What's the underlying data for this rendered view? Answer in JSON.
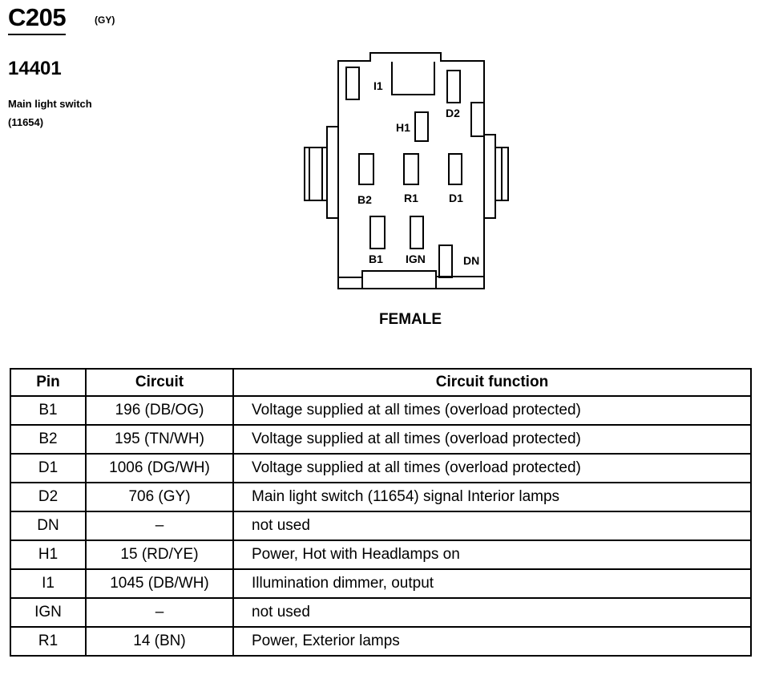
{
  "header": {
    "connector_id": "C205",
    "connector_color": "(GY)",
    "part_number": "14401",
    "component_name": "Main light switch",
    "component_number": "(11654)"
  },
  "diagram": {
    "gender": "FEMALE",
    "pin_labels": {
      "I1": "I1",
      "D2": "D2",
      "H1": "H1",
      "B2": "B2",
      "R1": "R1",
      "D1": "D1",
      "B1": "B1",
      "IGN": "IGN",
      "DN": "DN"
    }
  },
  "table": {
    "headers": {
      "pin": "Pin",
      "circuit": "Circuit",
      "function": "Circuit function"
    },
    "rows": [
      {
        "pin": "B1",
        "circuit": "196 (DB/OG)",
        "function": "Voltage supplied at all times (overload protected)"
      },
      {
        "pin": "B2",
        "circuit": "195 (TN/WH)",
        "function": "Voltage supplied at all times (overload protected)"
      },
      {
        "pin": "D1",
        "circuit": "1006 (DG/WH)",
        "function": "Voltage supplied at all times (overload protected)"
      },
      {
        "pin": "D2",
        "circuit": "706 (GY)",
        "function": "Main light switch (11654) signal Interior lamps"
      },
      {
        "pin": "DN",
        "circuit": "–",
        "function": "not used"
      },
      {
        "pin": "H1",
        "circuit": "15 (RD/YE)",
        "function": "Power, Hot with Headlamps on"
      },
      {
        "pin": "I1",
        "circuit": "1045 (DB/WH)",
        "function": "Illumination dimmer, output"
      },
      {
        "pin": "IGN",
        "circuit": "–",
        "function": "not used"
      },
      {
        "pin": "R1",
        "circuit": "14 (BN)",
        "function": "Power, Exterior lamps"
      }
    ]
  }
}
